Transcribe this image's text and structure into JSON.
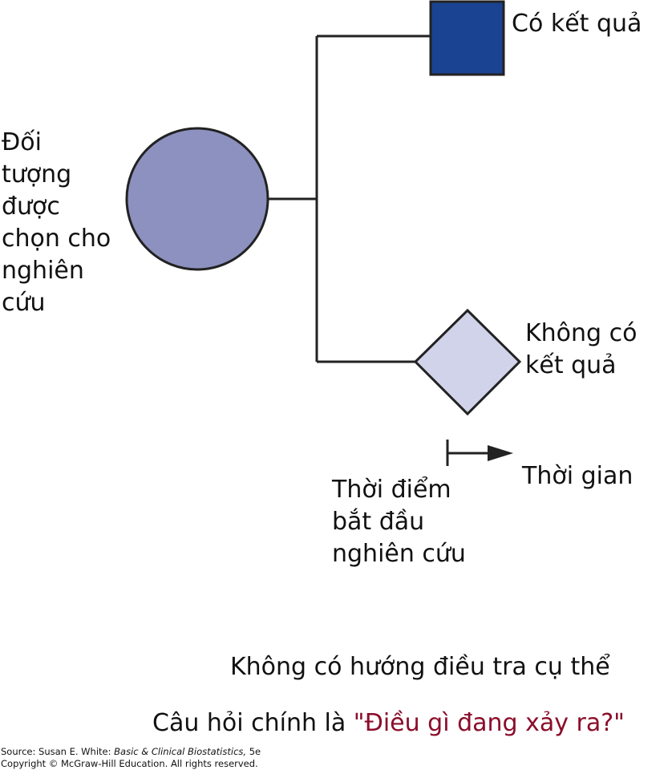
{
  "colors": {
    "subject_circle": "#8d91c0",
    "outcome_square": "#1a4391",
    "no_outcome_diamond": "#d1d3ea",
    "highlight_text": "#8b0d2a",
    "stroke": "#222222"
  },
  "subject": {
    "lines": [
      "Đối",
      "tượng",
      "được",
      "chọn cho",
      "nghiên",
      "cứu"
    ]
  },
  "outcome_yes": {
    "label": "Có kết quả"
  },
  "outcome_no": {
    "lines": [
      "Không có",
      "kết quả"
    ]
  },
  "study_start": {
    "lines": [
      "Thời điểm",
      "bắt đầu",
      "nghiên cứu"
    ]
  },
  "time_axis": {
    "label": "Thời gian"
  },
  "note": "Không có hướng điều tra cụ thể",
  "question": {
    "prefix": "Câu hỏi chính là ",
    "highlight": "\"Điều gì đang xảy ra?\""
  },
  "source": {
    "prefix": "Source: Susan E. White: ",
    "book": "Basic & Clinical Biostatistics,",
    "edition": " 5e",
    "copyright": "Copyright © McGraw-Hill Education. All rights reserved."
  }
}
